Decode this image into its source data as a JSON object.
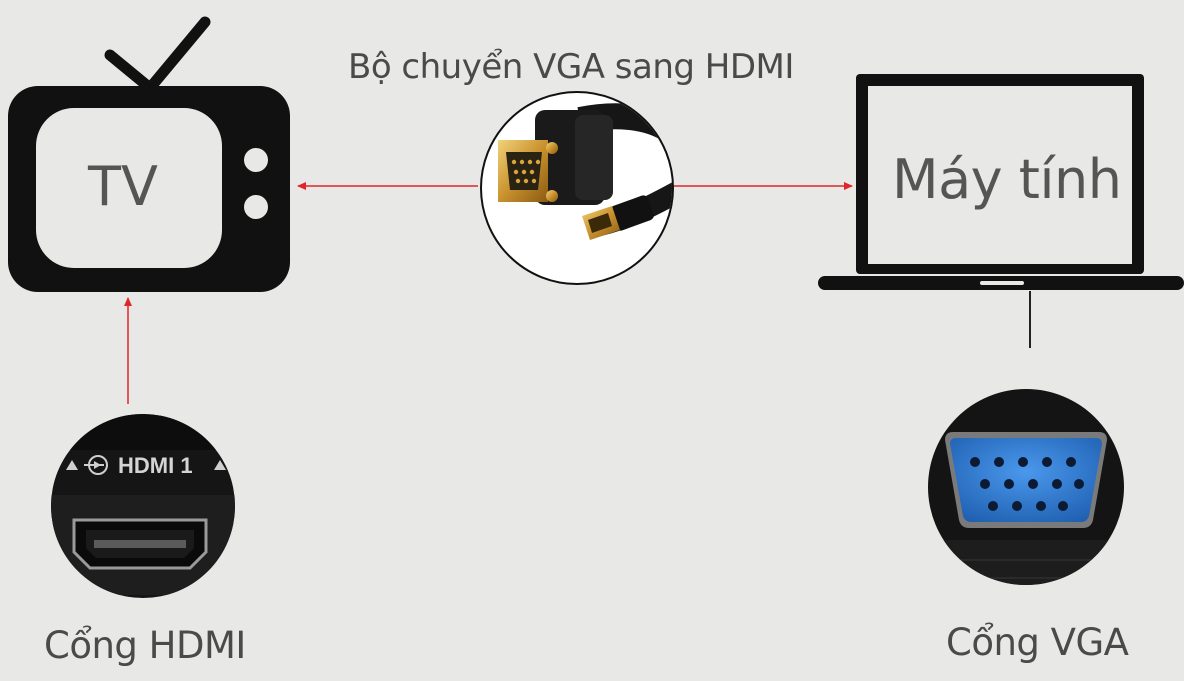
{
  "labels": {
    "converter": "Bộ chuyển VGA sang HDMI",
    "tv": "TV",
    "computer": "Máy tính",
    "hdmi_port": "Cổng HDMI",
    "vga_port": "Cổng VGA",
    "hdmi_panel": "HDMI 1"
  },
  "colors": {
    "background": "#e8e8e6",
    "outline": "#111111",
    "arrow": "#e0262b",
    "vga_connector": "#2f7fd6",
    "gold": "#d8a63a"
  },
  "icons": {
    "tv": "tv-icon",
    "laptop": "laptop-icon",
    "converter": "vga-hdmi-cable-icon",
    "hdmi_port": "hdmi-port-icon",
    "vga_port": "vga-port-icon"
  }
}
